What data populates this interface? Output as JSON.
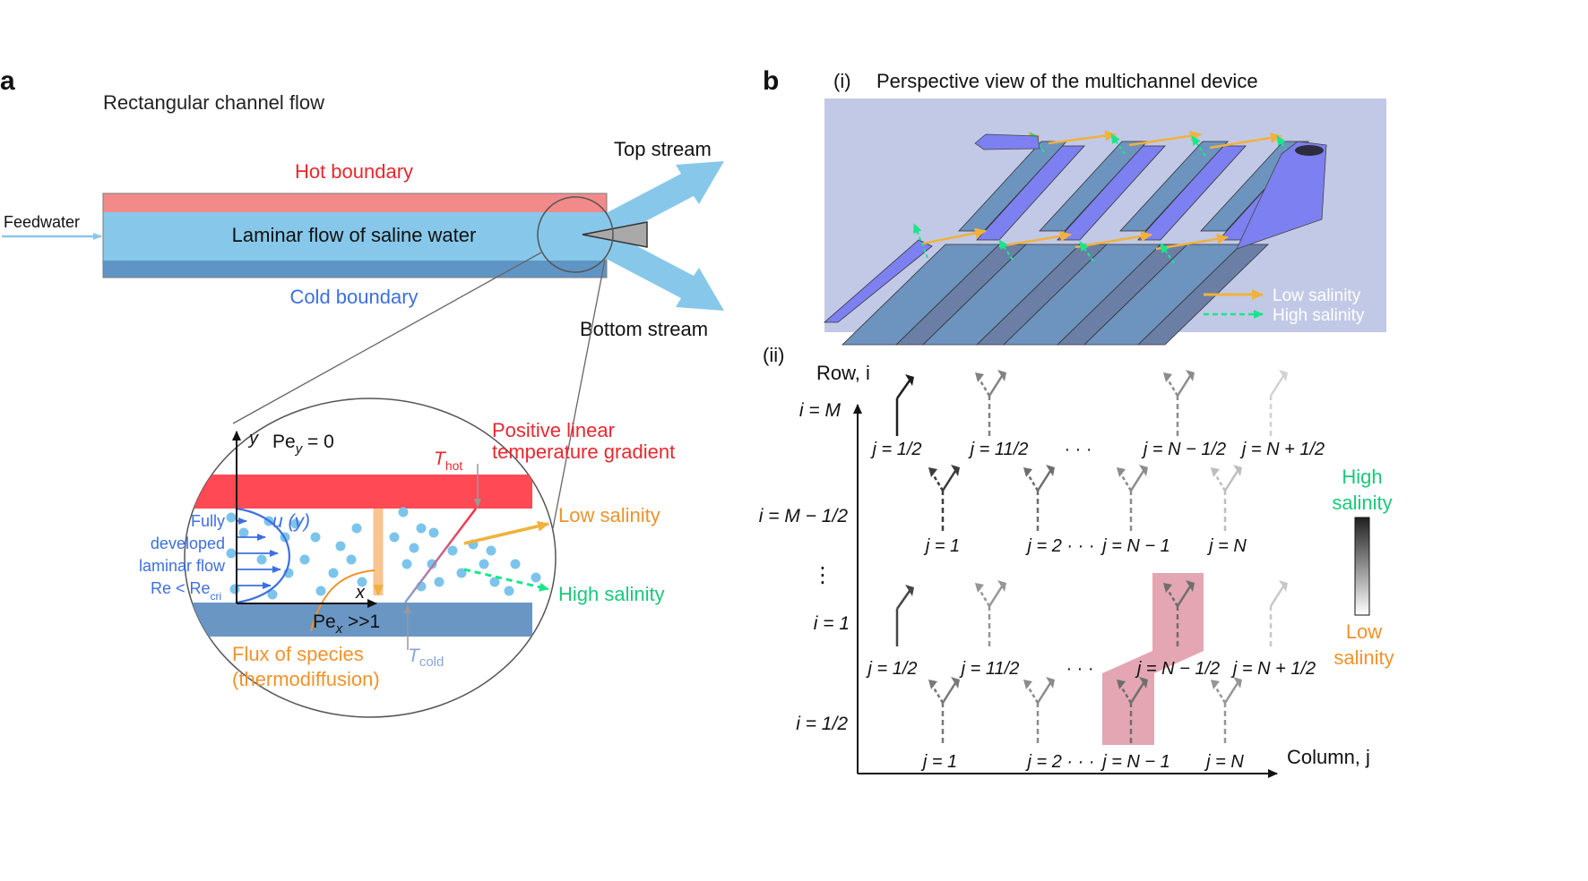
{
  "panel_a": {
    "letter": "a",
    "title": "Rectangular channel flow",
    "hot_label": "Hot boundary",
    "cold_label": "Cold boundary",
    "flow_label": "Laminar flow of saline water",
    "feed_label": "Feedwater",
    "top_stream": "Top stream",
    "bottom_stream": "Bottom stream",
    "zoom": {
      "y_axis": "y",
      "x_axis": "x",
      "pey_label": "Pe",
      "pey_sub": "y",
      "pey_val": " = 0",
      "gradient_line1": "Positive linear",
      "gradient_line2": "temperature gradient",
      "t_hot": "T",
      "t_hot_sub": "hot",
      "t_cold": "T",
      "t_cold_sub": "cold",
      "u_label": "u (y)",
      "laminar_lines": [
        "Fully",
        "developed",
        "laminar flow",
        "Re < Re"
      ],
      "re_sub": "cri",
      "pex_label": "Pe",
      "pex_sub": "x",
      "pex_val": " >>1",
      "flux_line1": "Flux of species",
      "flux_line2": "(thermodiffusion)",
      "low_salinity": "Low salinity",
      "high_salinity": "High salinity"
    }
  },
  "panel_b": {
    "letter": "b",
    "sub_i": "(i)",
    "title_i": "Perspective view of the multichannel device",
    "legend_low": "Low salinity",
    "legend_high": "High salinity",
    "sub_ii": "(ii)",
    "row_axis": "Row, i",
    "col_axis": "Column, j",
    "rows": [
      "i = M",
      "i = M − 1/2",
      "⋮",
      "i = 1",
      "i = 1/2"
    ],
    "col_labels_top": [
      "j = 1/2",
      "j = 11/2",
      "· · ·",
      "j = N − 1/2",
      "j = N + 1/2"
    ],
    "col_labels_mid": [
      "j = 1",
      "j = 2 · · ·",
      "j = N − 1",
      "j = N"
    ],
    "col_labels_row1": [
      "j = 1/2",
      "j = 11/2",
      "· · ·",
      "j = N − 1/2",
      "j = N + 1/2"
    ],
    "col_labels_bottom": [
      "j = 1",
      "j = 2 · · ·",
      "j = N − 1",
      "j = N"
    ],
    "colorbar_high": [
      "High",
      "salinity"
    ],
    "colorbar_low": [
      "Low",
      "salinity"
    ]
  },
  "colors": {
    "hot": "#f28a8a",
    "water": "#87c8ea",
    "cold": "#5f95c4",
    "red_text": "#e8282e",
    "blue_text": "#3d6fe0",
    "orange": "#f5b042",
    "green": "#19e68a",
    "device_bg": "#c2c9e6",
    "highlight": "#d98898"
  }
}
